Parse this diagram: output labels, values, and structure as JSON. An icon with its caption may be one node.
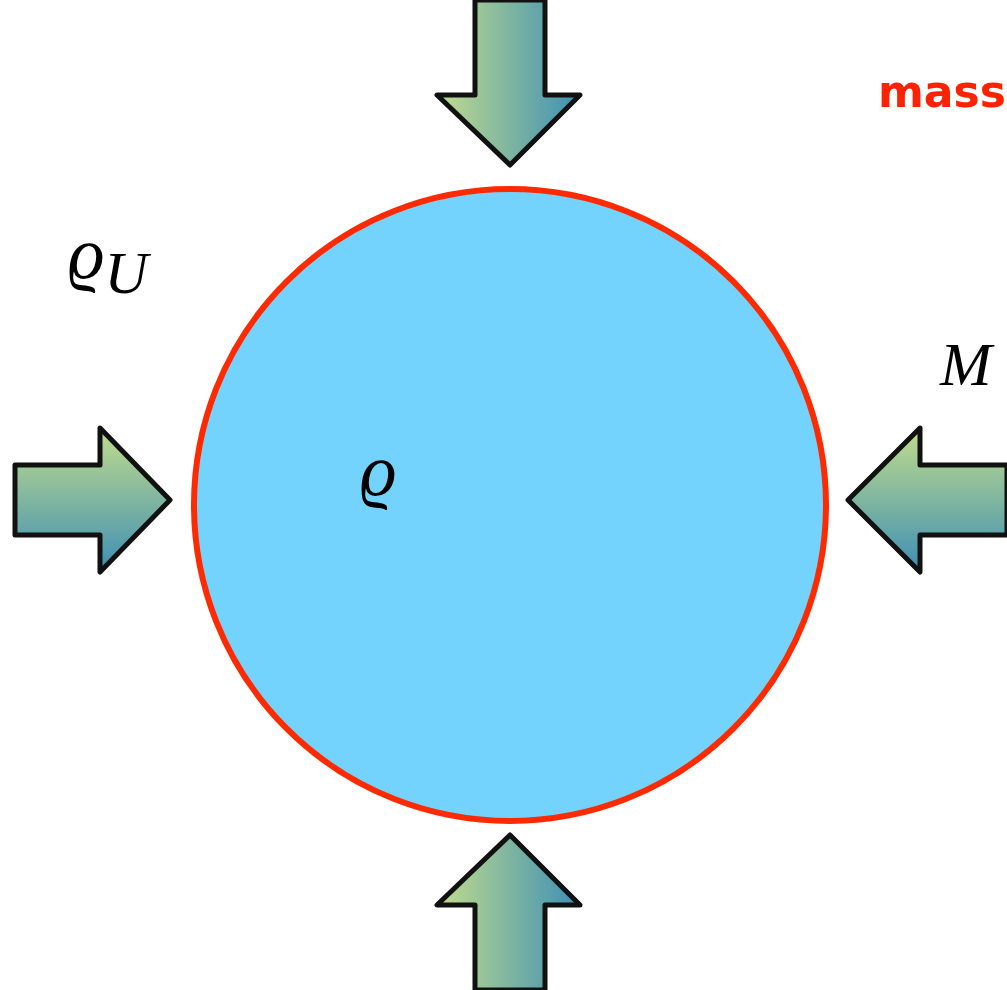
{
  "diagram": {
    "nodes": [
      {
        "text": [
          "ϱ"
        ]
      }
    ],
    "labels": [
      "ϱ$_{U}$",
      "mass",
      "M"
    ]
  }
}
